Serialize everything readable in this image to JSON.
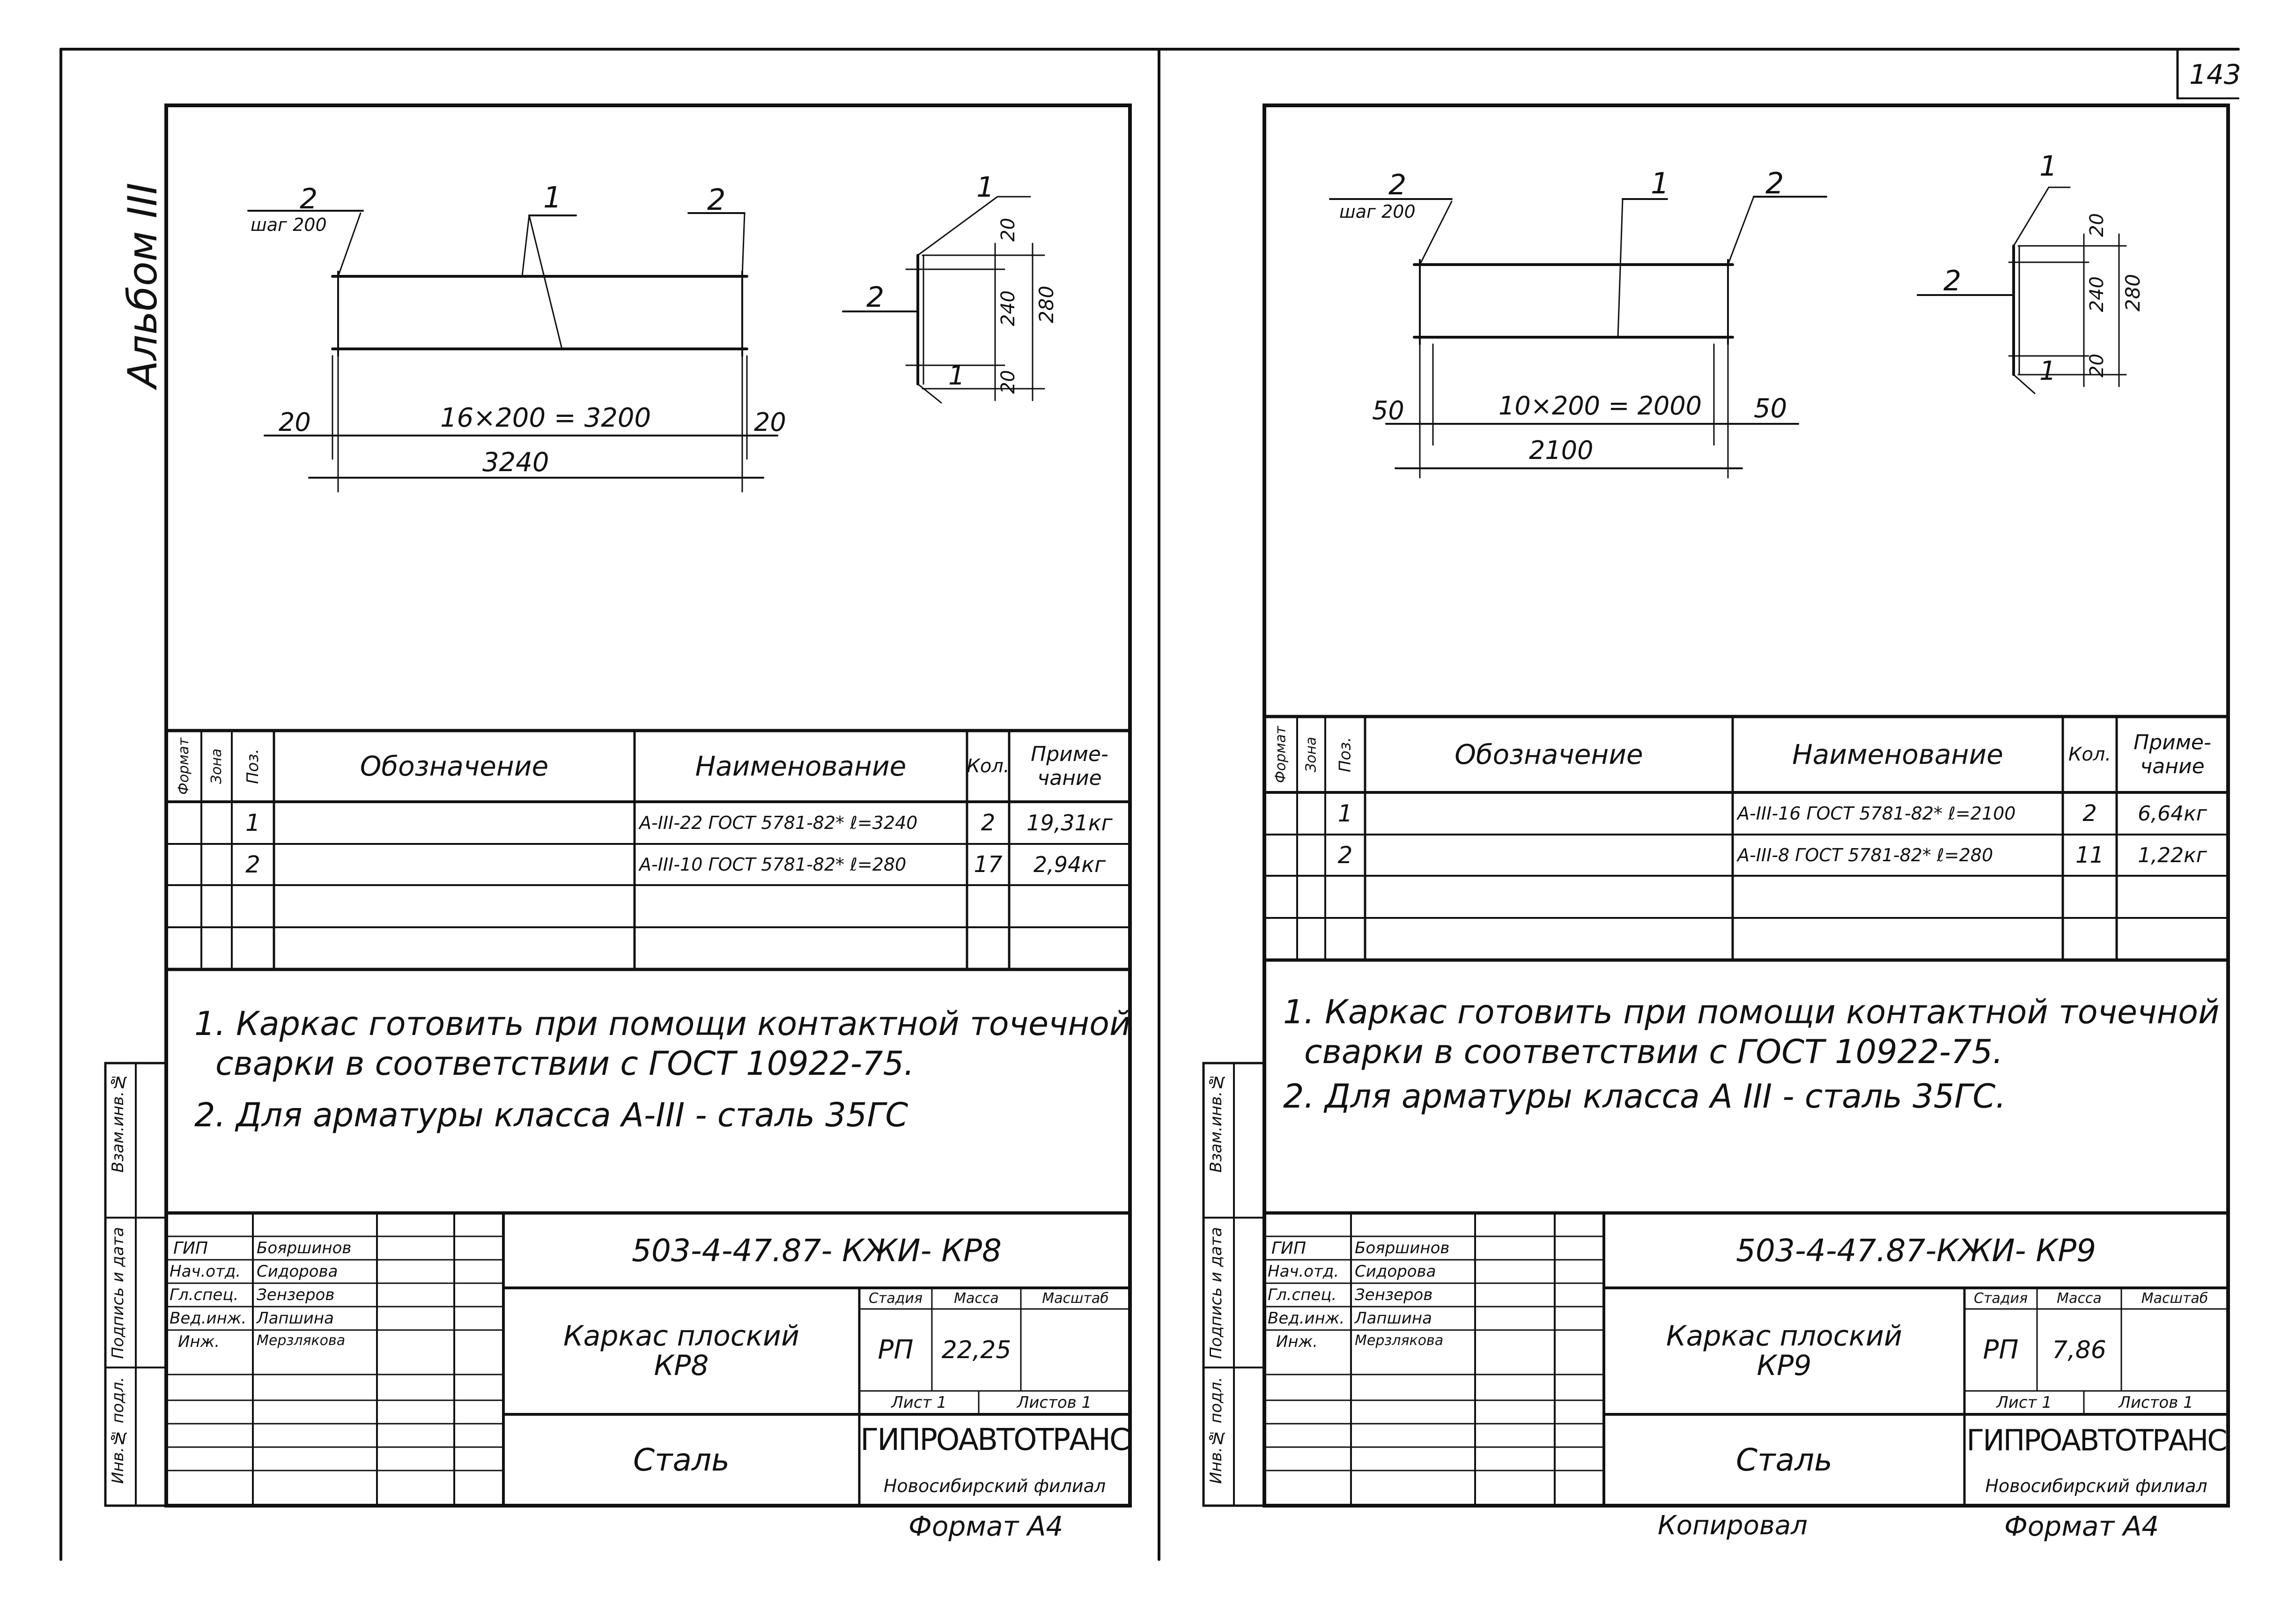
{
  "page_number": "143",
  "album_label": "Альбом III",
  "sheets": [
    {
      "id": "kr8",
      "drawing": {
        "callout_pos1": "1",
        "callout_pos2_left": "2",
        "callout_step": "шаг 200",
        "callout_pos2_right": "2",
        "dim_left": "20",
        "dim_mid": "16×200 = 3200",
        "dim_right": "20",
        "dim_total": "3240",
        "section_pos1": "1",
        "section_pos2": "2",
        "section_pos1_bottom": "1",
        "section_d1": "20",
        "section_d2": "240",
        "section_d3": "20",
        "section_total": "280"
      },
      "spec": {
        "headers": [
          "Формат",
          "Зона",
          "Поз.",
          "Обозначение",
          "Наименование",
          "Кол.",
          "Приме-\nчание"
        ],
        "rows": [
          {
            "pos": "1",
            "name": "А-III-22 ГОСТ 5781-82* ℓ=3240",
            "qty": "2",
            "note": "19,31кг"
          },
          {
            "pos": "2",
            "name": "А-III-10 ГОСТ 5781-82* ℓ=280",
            "qty": "17",
            "note": "2,94кг"
          }
        ]
      },
      "notes": [
        "1. Каркас  готовить при помощи контактной точечной",
        "сварки в соответствии с ГОСТ 10922-75.",
        "2. Для арматуры класса А-III - сталь 35ГС"
      ],
      "side_labels": [
        "Инв.№ подл.",
        "Подпись и дата",
        "Взам.инв.№"
      ],
      "title_block": {
        "code": "503-4-47.87- КЖИ- КР8",
        "roles": [
          "ГИП",
          "Нач.отд.",
          "Гл.спец.",
          "Вед.инж.",
          "Инж."
        ],
        "names": [
          "Бояршинов",
          "Сидорова",
          "Зензеров",
          "Лапшина",
          "Мерзлякова"
        ],
        "title": "Каркас плоский\nКР8",
        "stage_label": "Стадия",
        "mass_label": "Масса",
        "scale_label": "Масштаб",
        "stage": "РП",
        "mass": "22,25",
        "sheet": "Лист 1",
        "sheets": "Листов 1",
        "material": "Сталь",
        "org": "ГИПРОАВТОТРАНС",
        "branch": "Новосибирский филиал"
      },
      "format": "Формат А4"
    },
    {
      "id": "kr9",
      "drawing": {
        "callout_pos1": "1",
        "callout_pos2_left": "2",
        "callout_step": "шаг 200",
        "callout_pos2_right": "2",
        "dim_left": "50",
        "dim_mid": "10×200 = 2000",
        "dim_right": "50",
        "dim_total": "2100",
        "section_pos1": "1",
        "section_pos2": "2",
        "section_pos1_bottom": "1",
        "section_d1": "20",
        "section_d2": "240",
        "section_d3": "20",
        "section_total": "280"
      },
      "spec": {
        "headers": [
          "Формат",
          "Зона",
          "Поз.",
          "Обозначение",
          "Наименование",
          "Кол.",
          "Приме-\nчание"
        ],
        "rows": [
          {
            "pos": "1",
            "name": "А-III-16 ГОСТ 5781-82* ℓ=2100",
            "qty": "2",
            "note": "6,64кг"
          },
          {
            "pos": "2",
            "name": "А-III-8 ГОСТ 5781-82* ℓ=280",
            "qty": "11",
            "note": "1,22кг"
          }
        ]
      },
      "notes": [
        "1. Каркас готовить при помощи контактной точечной",
        "сварки в соответствии с ГОСТ 10922-75.",
        "2. Для арматуры класса А III - сталь 35ГС."
      ],
      "side_labels": [
        "Инв.№ подл.",
        "Подпись и дата",
        "Взам.инв.№"
      ],
      "title_block": {
        "code": "503-4-47.87-КЖИ- КР9",
        "roles": [
          "ГИП",
          "Нач.отд.",
          "Гл.спец.",
          "Вед.инж.",
          "Инж."
        ],
        "names": [
          "Бояршинов",
          "Сидорова",
          "Зензеров",
          "Лапшина",
          "Мерзлякова"
        ],
        "title": "Каркас плоский\nКР9",
        "stage_label": "Стадия",
        "mass_label": "Масса",
        "scale_label": "Масштаб",
        "stage": "РП",
        "mass": "7,86",
        "sheet": "Лист 1",
        "sheets": "Листов 1",
        "material": "Сталь",
        "org": "ГИПРОАВТОТРАНС",
        "branch": "Новосибирский филиал"
      },
      "format": "Формат А4",
      "copied_by": "Копировал"
    }
  ]
}
